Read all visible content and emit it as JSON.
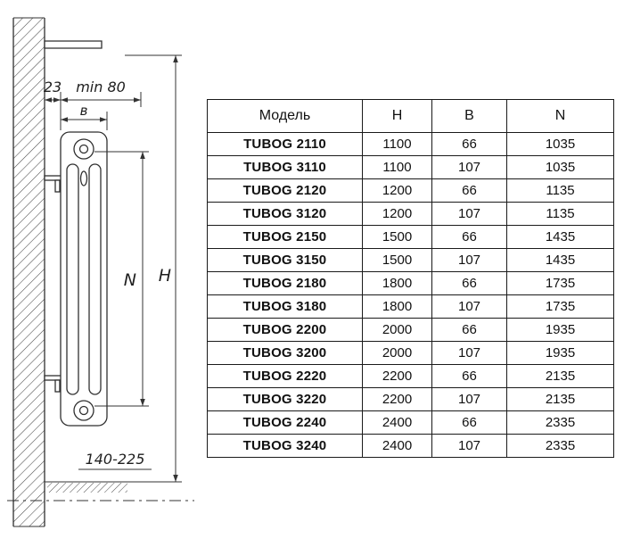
{
  "diagram": {
    "labels": {
      "wall_offset": "23",
      "min_clearance": "min 80",
      "depth": "в",
      "pitch": "N",
      "height": "H",
      "floor_clearance": "140-225"
    }
  },
  "table": {
    "headers": [
      "Модель",
      "H",
      "B",
      "N"
    ],
    "rows": [
      [
        "TUBOG 2110",
        "1100",
        "66",
        "1035"
      ],
      [
        "TUBOG 3110",
        "1100",
        "107",
        "1035"
      ],
      [
        "TUBOG 2120",
        "1200",
        "66",
        "1135"
      ],
      [
        "TUBOG 3120",
        "1200",
        "107",
        "1135"
      ],
      [
        "TUBOG 2150",
        "1500",
        "66",
        "1435"
      ],
      [
        "TUBOG 3150",
        "1500",
        "107",
        "1435"
      ],
      [
        "TUBOG 2180",
        "1800",
        "66",
        "1735"
      ],
      [
        "TUBOG 3180",
        "1800",
        "107",
        "1735"
      ],
      [
        "TUBOG 2200",
        "2000",
        "66",
        "1935"
      ],
      [
        "TUBOG 3200",
        "2000",
        "107",
        "1935"
      ],
      [
        "TUBOG 2220",
        "2200",
        "66",
        "2135"
      ],
      [
        "TUBOG 3220",
        "2200",
        "107",
        "2135"
      ],
      [
        "TUBOG 2240",
        "2400",
        "66",
        "2335"
      ],
      [
        "TUBOG 3240",
        "2400",
        "107",
        "2335"
      ]
    ]
  }
}
